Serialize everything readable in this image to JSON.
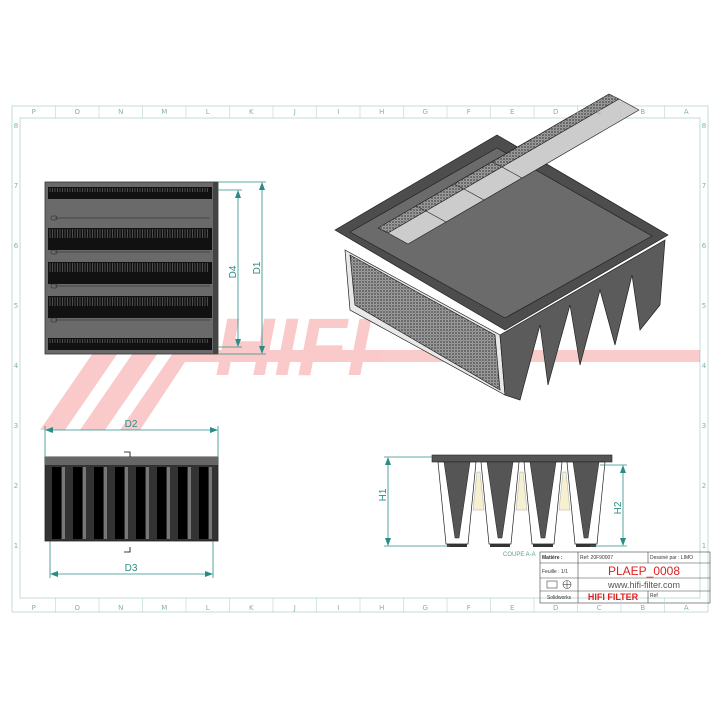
{
  "frame": {
    "columns": [
      "P",
      "O",
      "N",
      "M",
      "L",
      "K",
      "J",
      "I",
      "H",
      "G",
      "F",
      "E",
      "D",
      "C",
      "B",
      "A"
    ],
    "rows": [
      "8",
      "7",
      "6",
      "5",
      "4",
      "3",
      "2",
      "1"
    ]
  },
  "watermark": {
    "text": "HIFI",
    "color": "#f26a6a"
  },
  "dimensions": {
    "d1": "D1",
    "d2": "D2",
    "d3": "D3",
    "d4": "D4",
    "h1": "H1",
    "h2": "H2"
  },
  "section_label": "COUPE A-A",
  "title_block": {
    "material_label": "Matière :",
    "ref_small": "Ref: 20F90007",
    "drawn_by": "Dessiné par : LIMO",
    "sheet": "Feuille : 1/1",
    "part_number": "PLAEP_0008",
    "website": "www.hifi-filter.com",
    "software": "Solidworks",
    "brand": "HIFI FILTER",
    "ref_label": "Ref"
  },
  "colors": {
    "line": "#2a8c86",
    "brand_red": "#e02020",
    "frame_gray": "#555555"
  }
}
